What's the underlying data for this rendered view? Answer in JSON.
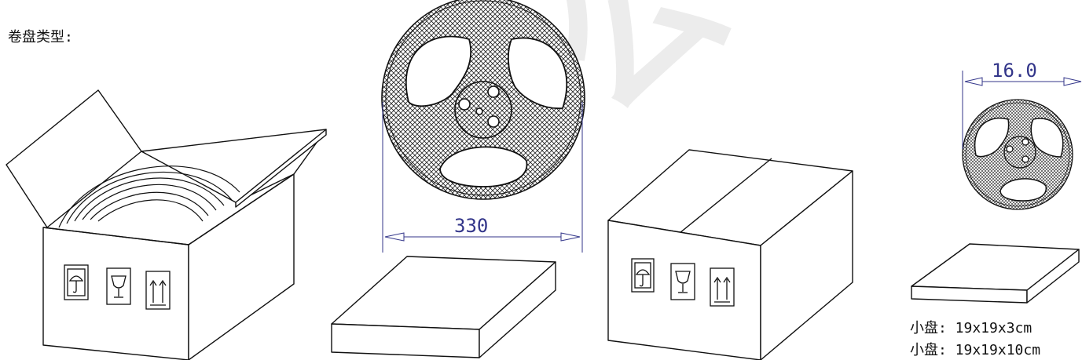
{
  "header": {
    "reel_type_label": "卷盘类型:"
  },
  "dimensions": {
    "large_reel": "330",
    "small_reel": "16.0"
  },
  "notes": {
    "small_tray_1": "小盘: 19x19x3cm",
    "small_tray_2": "小盘: 19x19x10cm"
  },
  "colors": {
    "line": "#111111",
    "dimension": "#33368a",
    "watermark": "#ececec"
  },
  "icons": [
    "umbrella-icon",
    "wine-glass-icon",
    "this-side-up-icon"
  ]
}
